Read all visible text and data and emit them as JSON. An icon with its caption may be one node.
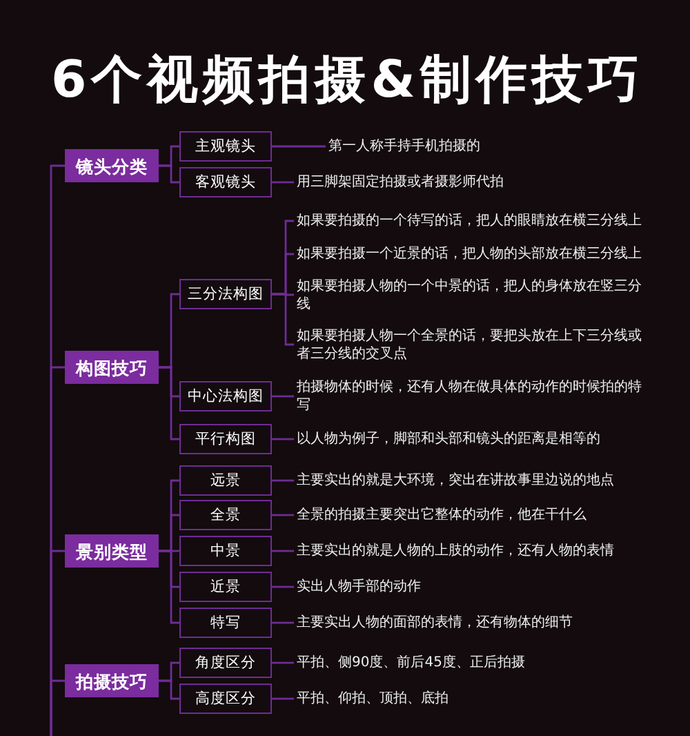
{
  "diagram": {
    "title": "6个视频拍摄&制作技巧",
    "nodes": [
      {
        "text": [
          "镜头分类"
        ]
      },
      {
        "text": [
          "主观镜头"
        ]
      },
      {
        "text": [
          "第一人称手持手机拍摄的"
        ]
      },
      {
        "text": [
          "客观镜头"
        ]
      },
      {
        "text": [
          "用三脚架固定拍摄或者摄影师代拍"
        ]
      },
      {
        "text": [
          "构图技巧"
        ]
      },
      {
        "text": [
          "三分法构图"
        ]
      },
      {
        "text": [
          "如果要拍摄的一个待写的话，把人的眼睛放在横三分线上"
        ]
      },
      {
        "text": [
          "如果要拍摄一个近景的话，把人物的头部放在横三分线上"
        ]
      },
      {
        "text": [
          "如果要拍摄人物的一个中景的话，把人的身体放在竖三分线"
        ]
      },
      {
        "text": [
          "如果要拍摄人物一个全景的话，要把头放在上下三分线或者三分线的交叉点"
        ]
      },
      {
        "text": [
          "中心法构图"
        ]
      },
      {
        "text": [
          "拍摄物体的时候，还有人物在做具体的动作的时候拍的特写"
        ]
      },
      {
        "text": [
          "平行构图"
        ]
      },
      {
        "text": [
          "以人物为例子，脚部和头部和镜头的距离是相等的"
        ]
      },
      {
        "text": [
          "景别类型"
        ]
      },
      {
        "text": [
          "远景"
        ]
      },
      {
        "text": [
          "主要实出的就是大环境，突出在讲故事里边说的地点"
        ]
      },
      {
        "text": [
          "全景"
        ]
      },
      {
        "text": [
          "全景的拍摄主要突出它整体的动作，他在干什么"
        ]
      },
      {
        "text": [
          "中景"
        ]
      },
      {
        "text": [
          "主要实出的就是人物的上肢的动作，还有人物的表情"
        ]
      },
      {
        "text": [
          "近景"
        ]
      },
      {
        "text": [
          "实出人物手部的动作"
        ]
      },
      {
        "text": [
          "特写"
        ]
      },
      {
        "text": [
          "主要实出人物的面部的表情，还有物体的细节"
        ]
      },
      {
        "text": [
          "拍摄技巧"
        ]
      },
      {
        "text": [
          "角度区分"
        ]
      },
      {
        "text": [
          "平拍、侧90度、前后45度、正后拍摄"
        ]
      },
      {
        "text": [
          "高度区分"
        ]
      },
      {
        "text": [
          "平拍、仰拍、顶拍、底拍"
        ]
      }
    ],
    "edges": [
      {
        "from": null,
        "to": 0,
        "arrow": "none"
      },
      {
        "from": null,
        "to": 5,
        "arrow": "none"
      },
      {
        "from": null,
        "to": 15,
        "arrow": "none"
      },
      {
        "from": null,
        "to": 26,
        "arrow": "none"
      },
      {
        "from": 0,
        "to": 1,
        "arrow": "none"
      },
      {
        "from": 0,
        "to": 3,
        "arrow": "none"
      },
      {
        "from": 1,
        "to": 2,
        "arrow": "none"
      },
      {
        "from": 3,
        "to": 4,
        "arrow": "none"
      },
      {
        "from": 5,
        "to": 6,
        "arrow": "none"
      },
      {
        "from": 5,
        "to": 11,
        "arrow": "none"
      },
      {
        "from": 5,
        "to": 13,
        "arrow": "none"
      },
      {
        "from": 6,
        "to": 7,
        "arrow": "none"
      },
      {
        "from": 6,
        "to": 8,
        "arrow": "none"
      },
      {
        "from": 6,
        "to": 9,
        "arrow": "none"
      },
      {
        "from": 6,
        "to": 10,
        "arrow": "none"
      },
      {
        "from": 11,
        "to": 12,
        "arrow": "none"
      },
      {
        "from": 13,
        "to": 14,
        "arrow": "none"
      },
      {
        "from": 15,
        "to": 16,
        "arrow": "none"
      },
      {
        "from": 15,
        "to": 18,
        "arrow": "none"
      },
      {
        "from": 15,
        "to": 20,
        "arrow": "none"
      },
      {
        "from": 15,
        "to": 22,
        "arrow": "none"
      },
      {
        "from": 15,
        "to": 24,
        "arrow": "none"
      },
      {
        "from": 16,
        "to": 17,
        "arrow": "none"
      },
      {
        "from": 18,
        "to": 19,
        "arrow": "none"
      },
      {
        "from": 20,
        "to": 21,
        "arrow": "none"
      },
      {
        "from": 22,
        "to": 23,
        "arrow": "none"
      },
      {
        "from": 24,
        "to": 25,
        "arrow": "none"
      },
      {
        "from": 26,
        "to": 27,
        "arrow": "none"
      },
      {
        "from": 26,
        "to": 29,
        "arrow": "none"
      },
      {
        "from": 27,
        "to": 28,
        "arrow": "none"
      },
      {
        "from": 29,
        "to": 30,
        "arrow": "none"
      }
    ]
  }
}
